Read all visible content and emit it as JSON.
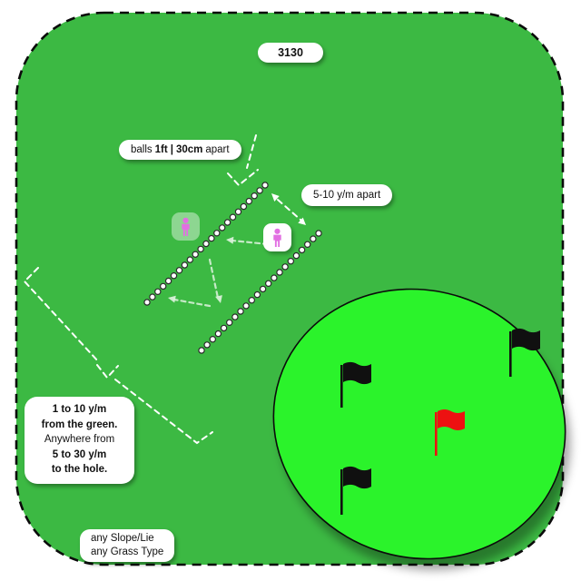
{
  "badge": "3130",
  "ball_spacing_label": {
    "w1": "balls",
    "b1": "1ft",
    "sep": "|",
    "b2": "30cm",
    "w2": "apart"
  },
  "distance_label": "5-10 y/m apart",
  "info_box": {
    "lines": [
      {
        "text": "1 to 10 y/m",
        "bold": true
      },
      {
        "text": "from the green.",
        "bold": true
      },
      {
        "text": "Anywhere from",
        "bold": false
      },
      {
        "text": "5 to 30 y/m",
        "bold": true
      },
      {
        "text": "to the hole.",
        "bold": true
      }
    ]
  },
  "conditions": {
    "lines": [
      "any Slope/Lie",
      "any Grass Type"
    ]
  },
  "balls": {
    "row1_count": 23,
    "row2_count": 22
  },
  "flags": {
    "black_count": 3,
    "red_count": 1
  },
  "colors": {
    "field": "#3cb943",
    "putting_green": "#2bf32b",
    "player_pink": "#e26fe2",
    "flag_red": "#ed1111",
    "flag_black": "#101010"
  }
}
